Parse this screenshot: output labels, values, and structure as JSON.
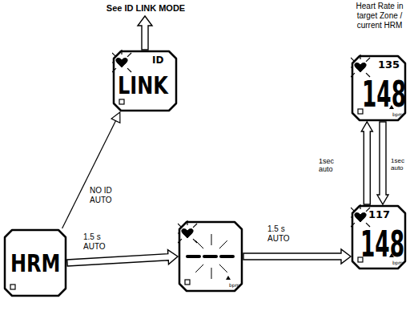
{
  "diagram": {
    "nodes": [
      {
        "text": [
          "See ID LINK MODE"
        ]
      },
      {
        "text": [
          "ID",
          "LINK"
        ]
      },
      {
        "text": [
          "Heart Rate in target Zone / current HRM",
          "135",
          "148",
          "bpm"
        ]
      },
      {
        "text": [
          "HRM"
        ]
      },
      {
        "text": [
          "bpm"
        ]
      },
      {
        "text": [
          "117",
          "148",
          "bpm"
        ]
      }
    ],
    "edges": [
      {
        "from": 1,
        "to": 0,
        "arrow": "to"
      },
      {
        "from": 3,
        "to": 1,
        "label": "NO ID AUTO",
        "arrow": "to"
      },
      {
        "from": 3,
        "to": 4,
        "label": "1.5 s AUTO",
        "arrow": "to"
      },
      {
        "from": 4,
        "to": 5,
        "label": "1.5 s AUTO",
        "arrow": "to"
      },
      {
        "from": 5,
        "to": 2,
        "label": "1sec auto",
        "arrow": "to"
      },
      {
        "from": 2,
        "to": 5,
        "label": "1sec auto",
        "arrow": "to"
      }
    ]
  }
}
